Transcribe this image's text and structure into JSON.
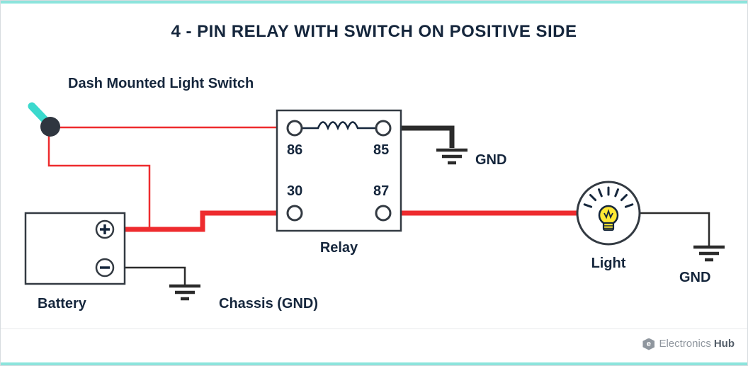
{
  "title": "4 - PIN RELAY WITH SWITCH ON POSITIVE SIDE",
  "labels": {
    "switch": "Dash Mounted Light Switch",
    "relay": "Relay",
    "battery": "Battery",
    "chassis_gnd": "Chassis (GND)",
    "relay_gnd": "GND",
    "light": "Light",
    "light_gnd": "GND"
  },
  "relay_pins": {
    "coil_left": "86",
    "coil_right": "85",
    "common": "30",
    "normally_open": "87"
  },
  "icons": {
    "switch": "toggle-switch-icon",
    "bulb": "light-bulb-icon",
    "ground": "ground-symbol-icon",
    "battery_plus": "plus-terminal-icon",
    "battery_minus": "minus-terminal-icon",
    "coil": "relay-coil-icon"
  },
  "colors": {
    "wire_hot": "#ee2b2e",
    "wire_gnd": "#2b2b2b",
    "ink": "#15263c",
    "teal": "#3bd9cd",
    "teal_light": "#8ce4dc",
    "bulb": "#ffe834"
  },
  "branding": {
    "name": "Electronics",
    "suffix": "Hub"
  }
}
